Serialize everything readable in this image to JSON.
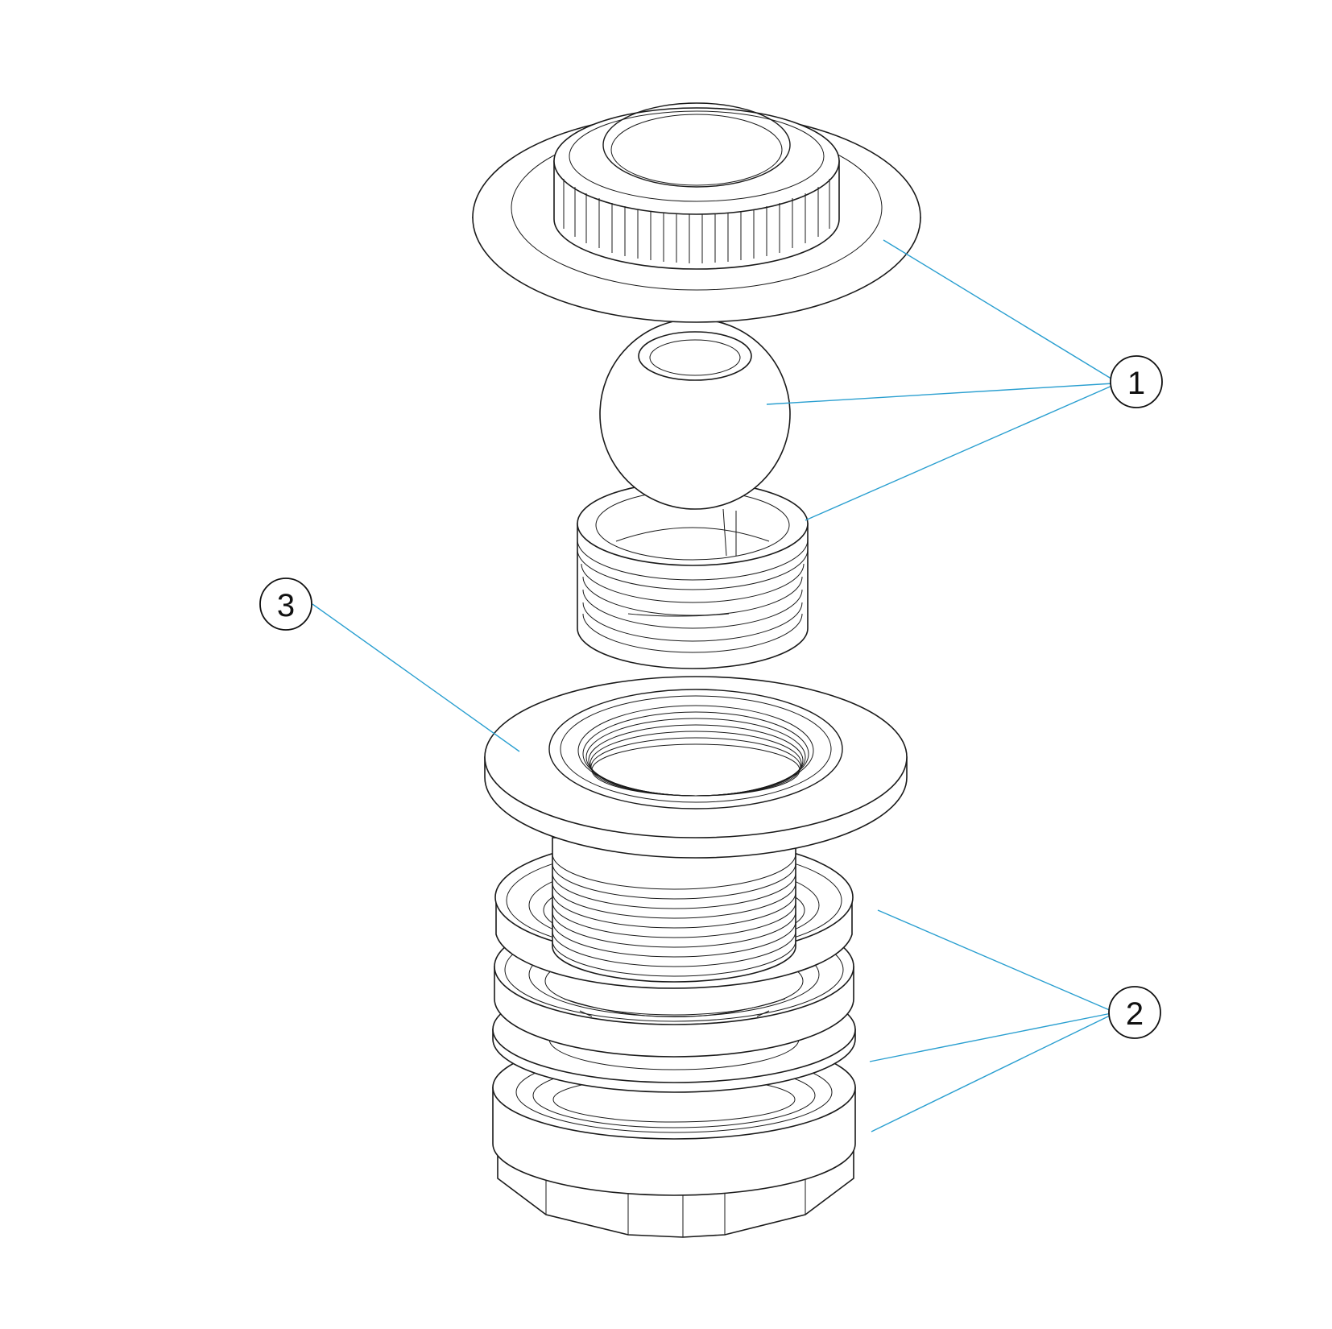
{
  "diagram": {
    "line_color": "#1a1a1a",
    "leader_color": "#2a9fd0",
    "callouts": [
      {
        "id": "callout-1",
        "label": "1"
      },
      {
        "id": "callout-2",
        "label": "2"
      },
      {
        "id": "callout-3",
        "label": "3"
      }
    ]
  }
}
